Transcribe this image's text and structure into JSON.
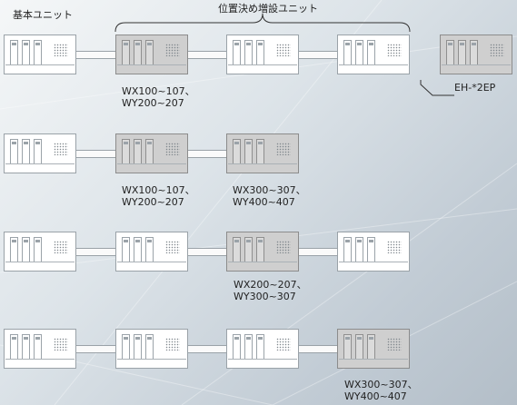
{
  "labels": {
    "base_unit": "基本ユニット",
    "positioning_units": "位置決め増設ユニット",
    "expansion_model": "EH-*2EP"
  },
  "rows": [
    {
      "units": [
        "base",
        "positioning",
        "standard",
        "standard"
      ],
      "addresses": [
        {
          "line1": "WX100~107、",
          "line2": "WY200~207"
        }
      ]
    },
    {
      "units": [
        "base",
        "positioning",
        "positioning"
      ],
      "addresses": [
        {
          "line1": "WX100~107、",
          "line2": "WY200~207"
        },
        {
          "line1": "WX300~307、",
          "line2": "WY400~407"
        }
      ]
    },
    {
      "units": [
        "base",
        "standard",
        "positioning",
        "standard"
      ],
      "addresses": [
        {
          "line1": "WX200~207、",
          "line2": "WY300~307"
        }
      ]
    },
    {
      "units": [
        "base",
        "standard",
        "standard",
        "positioning"
      ],
      "addresses": [
        {
          "line1": "WX300~307、",
          "line2": "WY400~407"
        }
      ]
    }
  ],
  "legend_unit": "positioning",
  "colors": {
    "standard": "#ffffff",
    "positioning": "#cfcfcf",
    "background": "#c8d1d9"
  }
}
